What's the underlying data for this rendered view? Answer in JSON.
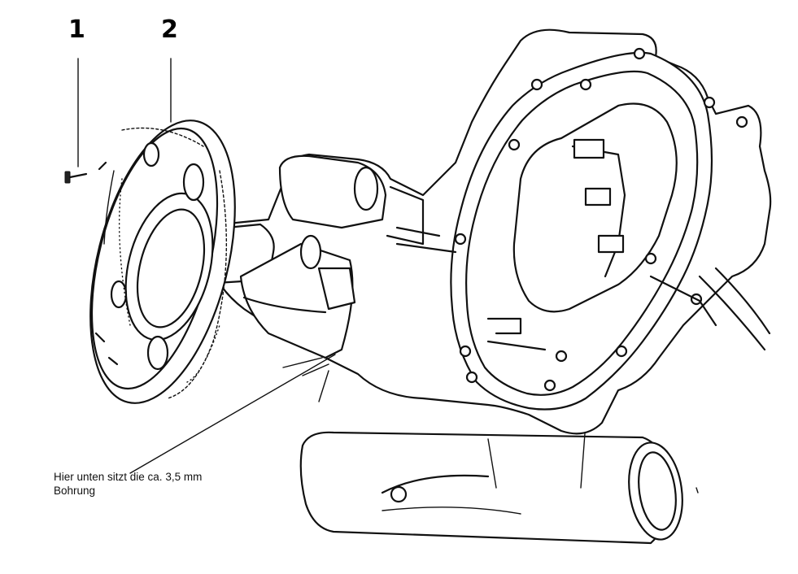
{
  "callouts": [
    {
      "label": "1",
      "part": "screw"
    },
    {
      "label": "2",
      "part": "flywheel-disc"
    }
  ],
  "annotation": {
    "line1": "Hier unten sitzt die ca. 3,5 mm",
    "line2": "Bohrung"
  },
  "colors": {
    "line": "#111111",
    "background": "#ffffff"
  }
}
